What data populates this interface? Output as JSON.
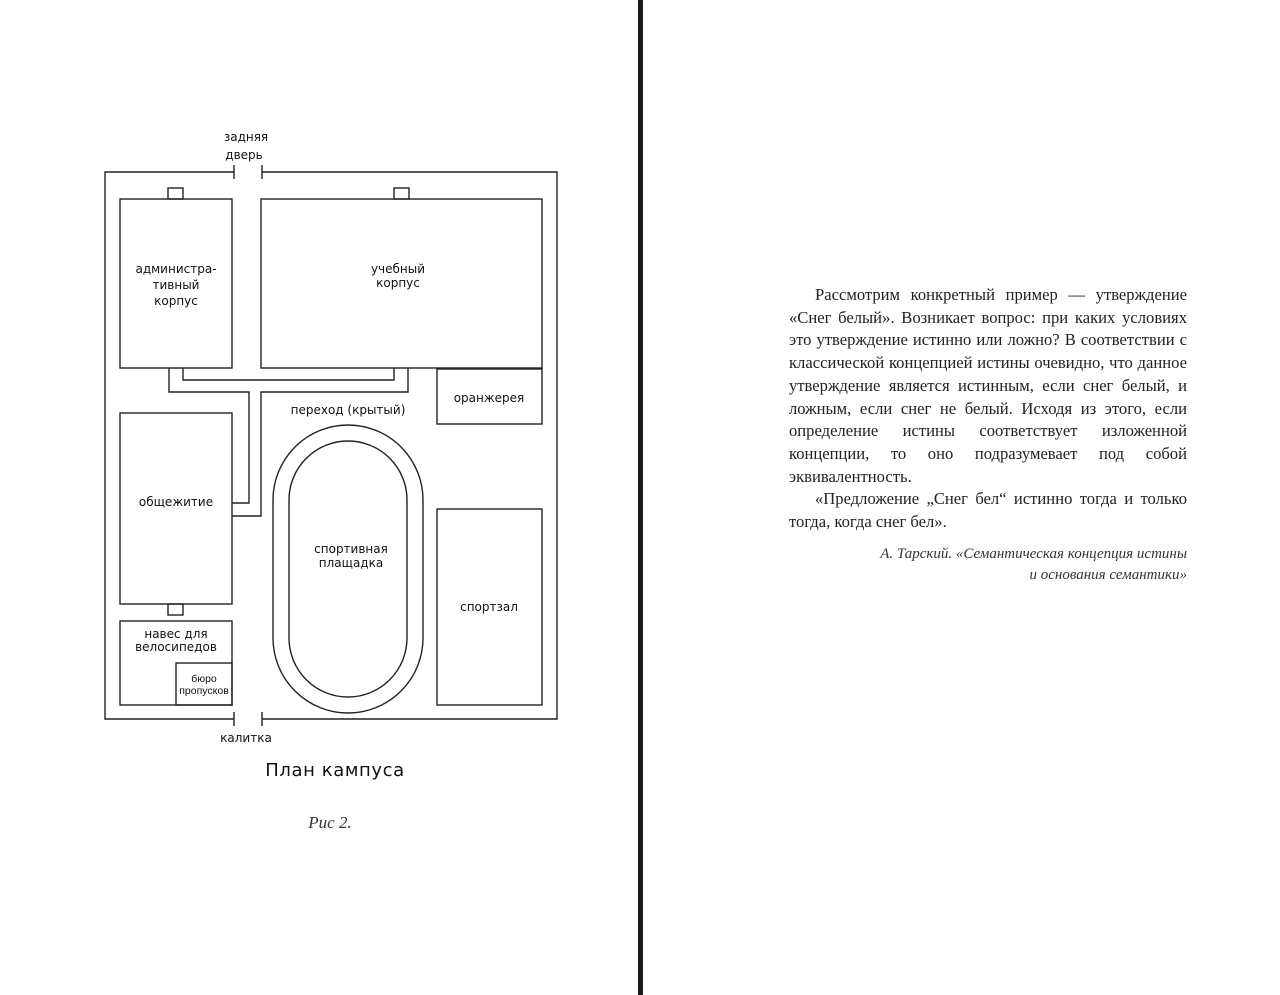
{
  "figure": {
    "labels": {
      "back_door_1": "задняя",
      "back_door_2": "дверь",
      "admin_1": "администра-",
      "admin_2": "тивный",
      "admin_3": "корпус",
      "academic_1": "учебный",
      "academic_2": "корпус",
      "greenhouse": "оранжерея",
      "passage": "переход (крытый)",
      "dormitory": "общежитие",
      "sports_ground_1": "спортивная",
      "sports_ground_2": "плащадка",
      "gym": "спортзал",
      "bike_shed_1": "навес для",
      "bike_shed_2": "велосипедов",
      "pass_office_1": "бюро",
      "pass_office_2": "пропусков",
      "gate": "калитка"
    },
    "title": "План кампуса",
    "caption": "Рис 2."
  },
  "text": {
    "paragraph_1": "Рассмотрим конкретный пример — утверждение «Снег белый». Возникает вопрос: при каких условиях это утверждение истинно или ложно? В соответствии с классической концепцией истины очевидно, что данное утверждение является истинным, если снег белый, и ложным, если снег не белый. Исходя из этого, если определение истины соответствует изложенной концепции, то оно подразумевает под собой эквивалентность.",
    "paragraph_2": "«Предложение „Снег бел“ истинно тогда и только тогда, когда снег бел».",
    "attribution_line_1": "А. Тарский. «Семантическая концепция истины",
    "attribution_line_2": "и основания семантики»"
  }
}
